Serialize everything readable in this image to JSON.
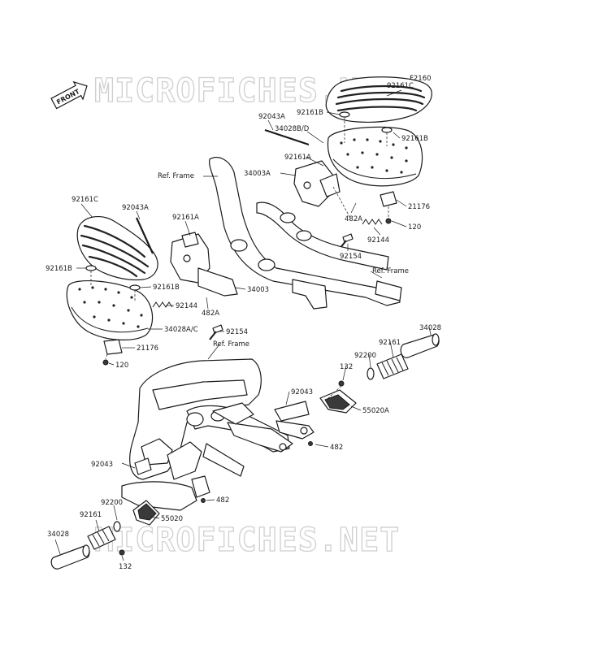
{
  "diagram_code": "F2160",
  "front_badge": "FRONT",
  "watermark": "MICROFICHES.NET",
  "labels": {
    "p92161C_top": "92161C",
    "p92043A_top": "92043A",
    "p34028BD": "34028B/D",
    "p92161B_top_l": "92161B",
    "p92161B_top_r": "92161B",
    "p92161A_top": "92161A",
    "ref_frame_1": "Ref. Frame",
    "p34003A": "34003A",
    "p21176_top": "21176",
    "p482A_top": "482A",
    "p120_top": "120",
    "p92144_top": "92144",
    "p92154_top": "92154",
    "ref_frame_2": "Ref. Frame",
    "p92161C_left": "92161C",
    "p92043A_left": "92043A",
    "p92161A_left": "92161A",
    "p92161B_left_l": "92161B",
    "p92161B_left_r": "92161B",
    "p34003": "34003",
    "p92144_left": "92144",
    "p482A_left": "482A",
    "p34028AC": "34028A/C",
    "p92154_left": "92154",
    "p21176_left": "21176",
    "p120_left": "120",
    "ref_frame_3": "Ref. Frame",
    "p34028_right": "34028",
    "p92161_right": "92161",
    "p92200_right": "92200",
    "p132_right": "132",
    "p92043_right": "92043",
    "p55020A": "55020A",
    "p482_right": "482",
    "p92043_left": "92043",
    "p482_mid": "482",
    "p92200_left": "92200",
    "p55020": "55020",
    "p92161_left": "92161",
    "p34028_left": "34028",
    "p132_left": "132"
  }
}
